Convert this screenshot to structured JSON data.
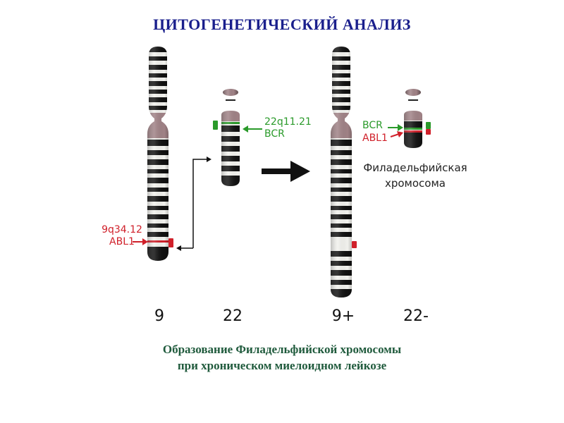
{
  "title": "ЦИТОГЕНЕТИЧЕСКИЙ АНАЛИЗ",
  "caption": {
    "line1": "Образование Филадельфийской хромосомы",
    "line2": "при хроническом миелоидном лейкозе"
  },
  "labels": {
    "band_9": "9q34.12",
    "gene_abl1_left": "ABL1",
    "band_22": "22q11.21",
    "gene_bcr_left": "BCR",
    "gene_bcr_right": "BCR",
    "gene_abl1_right": "ABL1",
    "ph_line1": "Филадельфийская",
    "ph_line2": "хромосома"
  },
  "chromosomes": {
    "chr9": "9",
    "chr22": "22",
    "chr9plus": "9+",
    "chr22minus": "22-"
  },
  "colors": {
    "title": "#1a1f8c",
    "caption": "#1f5a3c",
    "red": "#d0202a",
    "green": "#2a9a2a",
    "centromere": "#a08286",
    "band_dark": "#111111",
    "band_light": "#f2f2ee"
  }
}
